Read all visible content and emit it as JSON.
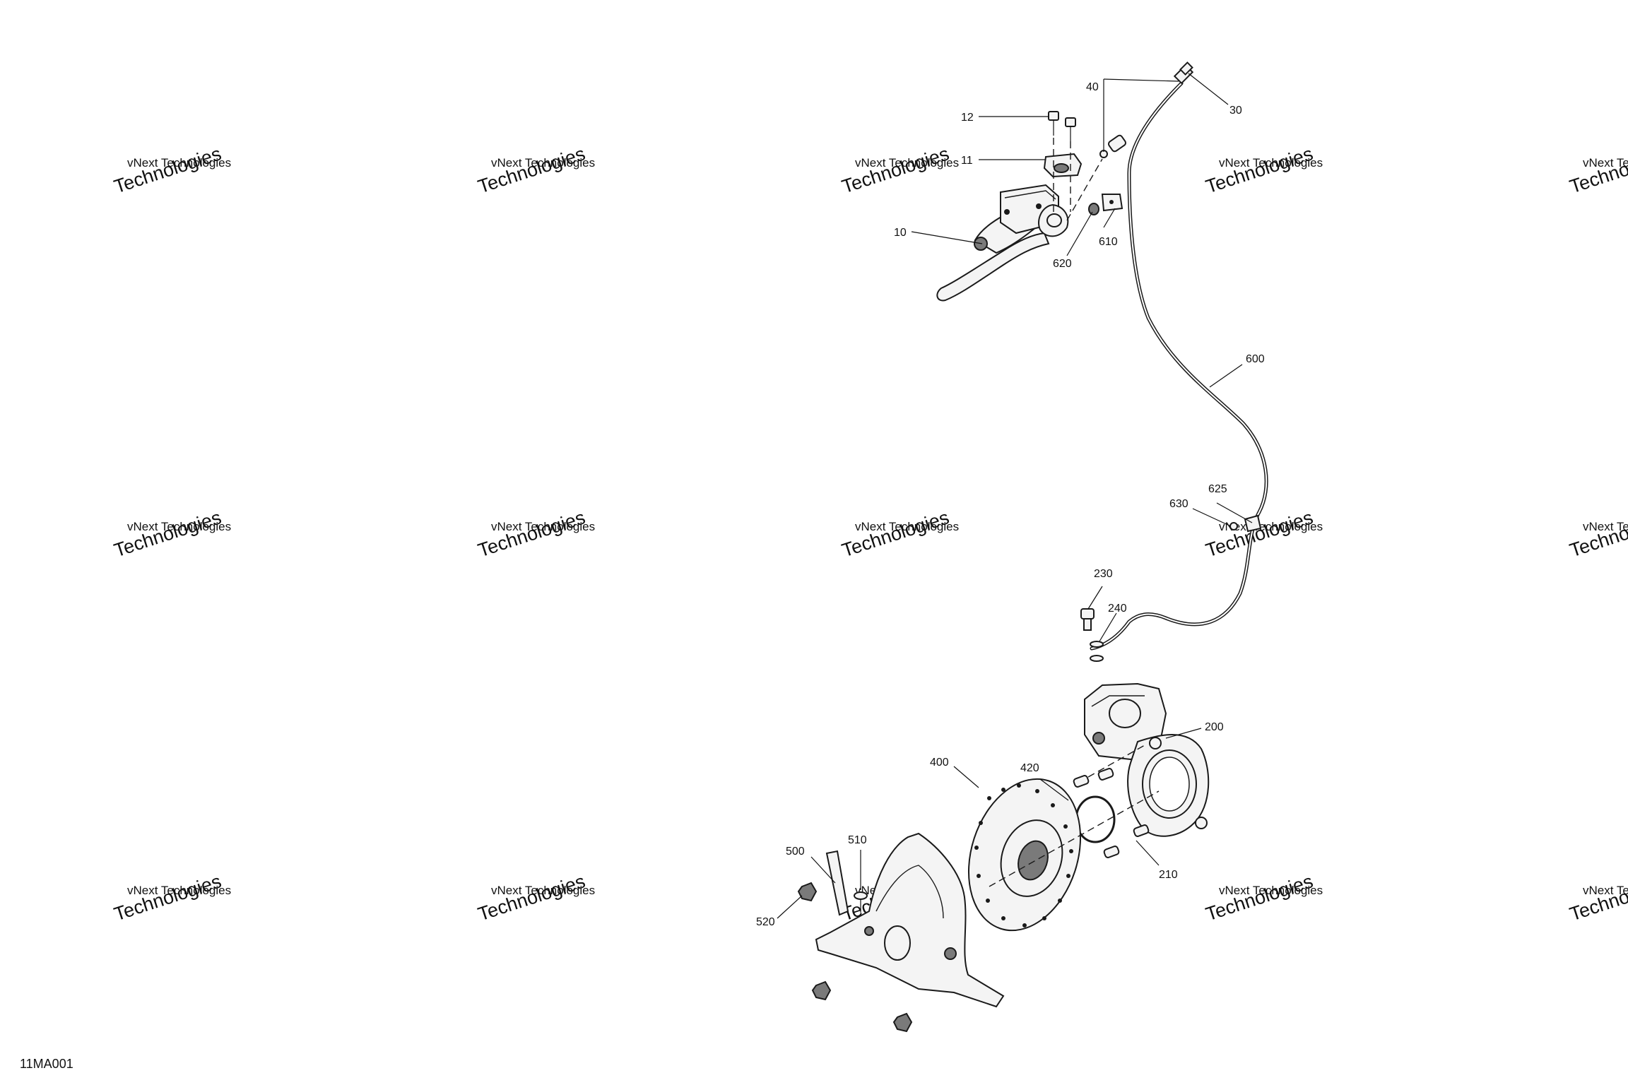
{
  "diagram_code": "11MA001",
  "watermark": {
    "line1": "vNext Technologies",
    "line2": "Technologies"
  },
  "callouts": {
    "c10": "10",
    "c11": "11",
    "c12": "12",
    "c30": "30",
    "c40": "40",
    "c200": "200",
    "c210": "210",
    "c230": "230",
    "c240": "240",
    "c400": "400",
    "c420": "420",
    "c500": "500",
    "c510": "510",
    "c520": "520",
    "c600": "600",
    "c610": "610",
    "c620": "620",
    "c625": "625",
    "c630": "630"
  }
}
